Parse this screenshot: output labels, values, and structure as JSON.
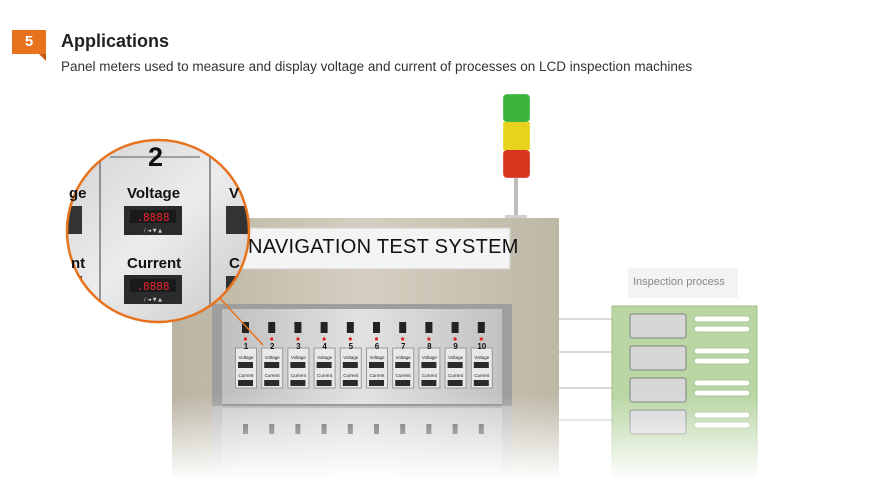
{
  "header": {
    "step_number": "5",
    "title": "Applications",
    "subtitle": "Panel meters used to measure and display voltage and current of processes on LCD inspection machines"
  },
  "system": {
    "name": "NAVIGATION TEST SYSTEM",
    "channels": [
      "1",
      "2",
      "3",
      "4",
      "5",
      "6",
      "7",
      "8",
      "9",
      "10"
    ],
    "voltage_label": "Voltage",
    "current_label": "Current"
  },
  "magnifier": {
    "channel": "2",
    "voltage_label": "Voltage",
    "current_label": "Current",
    "left_partial_top": "ge",
    "left_partial_bottom": "nt",
    "right_partial_top": "V",
    "right_partial_bottom": "C"
  },
  "inspection": {
    "label": "Inspection process"
  },
  "colors": {
    "accent": "#e8731e",
    "lamp_green": "#3db53d",
    "lamp_yellow": "#e8d21e",
    "lamp_red": "#d8351e",
    "cabinet": "#cbc6b6",
    "inspection_green": "#b9d6a4"
  },
  "icons": [
    "signal-tower-icon",
    "toggle-switch-icon",
    "led-indicator-icon",
    "panel-meter-icon"
  ]
}
